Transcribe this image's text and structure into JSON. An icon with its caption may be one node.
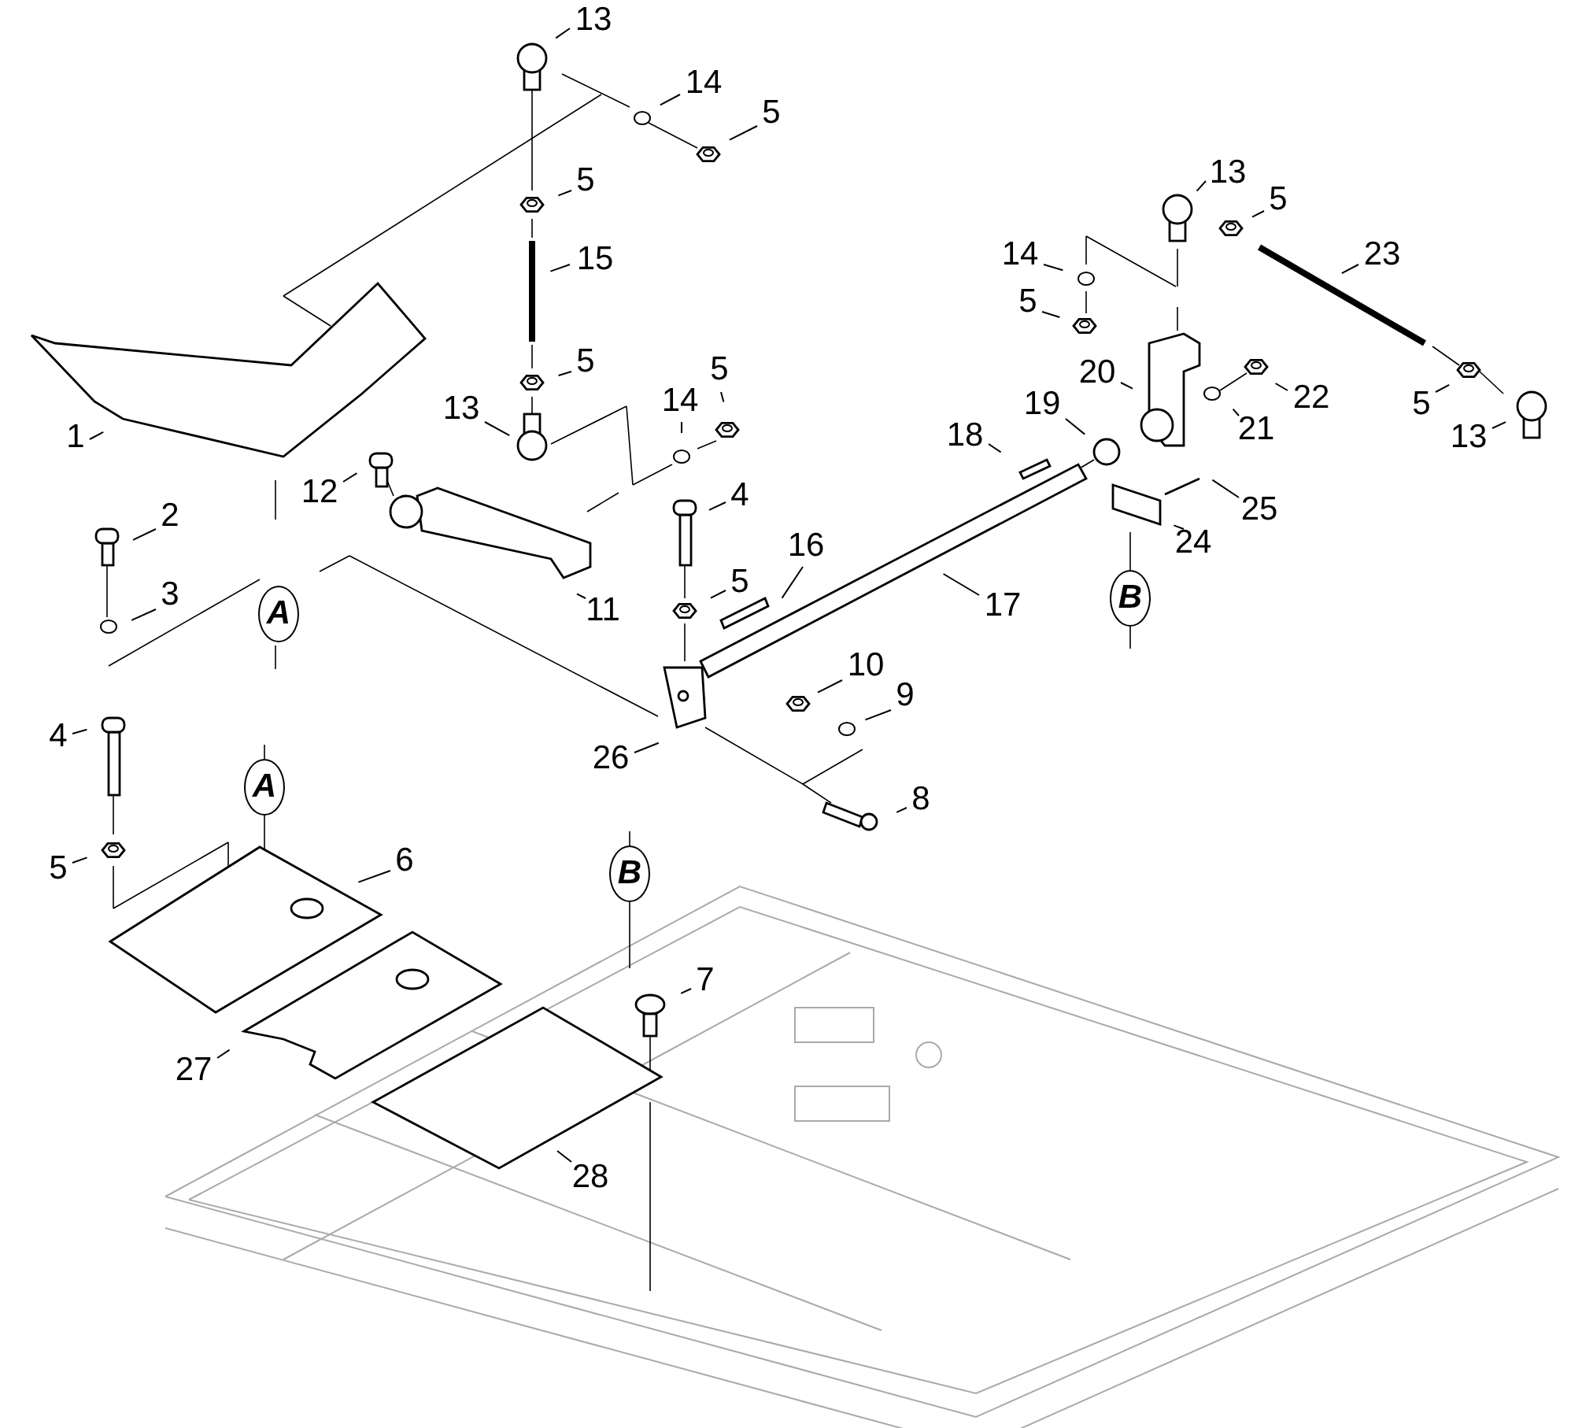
{
  "diagram": {
    "nodes": [
      {
        "text": [
          "13"
        ]
      },
      {
        "text": [
          "14"
        ]
      },
      {
        "text": [
          "5"
        ]
      },
      {
        "text": [
          "5"
        ]
      },
      {
        "text": [
          "15"
        ]
      },
      {
        "text": [
          "5"
        ]
      },
      {
        "text": [
          "5"
        ]
      },
      {
        "text": [
          "13"
        ]
      },
      {
        "text": [
          "14"
        ]
      },
      {
        "text": [
          "1"
        ]
      },
      {
        "text": [
          "2"
        ]
      },
      {
        "text": [
          "12"
        ]
      },
      {
        "text": [
          "4"
        ]
      },
      {
        "text": [
          "3"
        ]
      },
      {
        "text": [
          "11"
        ]
      },
      {
        "text": [
          "5"
        ]
      },
      {
        "text": [
          "16"
        ]
      },
      {
        "text": [
          "17"
        ]
      },
      {
        "text": [
          "18"
        ]
      },
      {
        "text": [
          "19"
        ]
      },
      {
        "text": [
          "20"
        ]
      },
      {
        "text": [
          "13"
        ]
      },
      {
        "text": [
          "5"
        ]
      },
      {
        "text": [
          "14"
        ]
      },
      {
        "text": [
          "23"
        ]
      },
      {
        "text": [
          "5"
        ]
      },
      {
        "text": [
          "22"
        ]
      },
      {
        "text": [
          "21"
        ]
      },
      {
        "text": [
          "5"
        ]
      },
      {
        "text": [
          "13"
        ]
      },
      {
        "text": [
          "25"
        ]
      },
      {
        "text": [
          "24"
        ]
      },
      {
        "text": [
          "10"
        ]
      },
      {
        "text": [
          "9"
        ]
      },
      {
        "text": [
          "26"
        ]
      },
      {
        "text": [
          "8"
        ]
      },
      {
        "text": [
          "4"
        ]
      },
      {
        "text": [
          "5"
        ]
      },
      {
        "text": [
          "6"
        ]
      },
      {
        "text": [
          "7"
        ]
      },
      {
        "text": [
          "27"
        ]
      },
      {
        "text": [
          "28"
        ]
      }
    ],
    "edges": [
      {
        "from": 0,
        "to": null,
        "arrow": "none"
      },
      {
        "from": 1,
        "to": null,
        "arrow": "none"
      },
      {
        "from": 2,
        "to": null,
        "arrow": "none"
      },
      {
        "from": 3,
        "to": null,
        "arrow": "none"
      },
      {
        "from": 4,
        "to": null,
        "arrow": "none"
      },
      {
        "from": 5,
        "to": null,
        "arrow": "none"
      },
      {
        "from": 6,
        "to": null,
        "arrow": "none"
      },
      {
        "from": 7,
        "to": null,
        "arrow": "none"
      },
      {
        "from": 8,
        "to": null,
        "arrow": "none"
      },
      {
        "from": 9,
        "to": null,
        "arrow": "none"
      },
      {
        "from": 10,
        "to": null,
        "arrow": "none"
      },
      {
        "from": 11,
        "to": null,
        "arrow": "none"
      },
      {
        "from": 12,
        "to": null,
        "arrow": "none"
      },
      {
        "from": 13,
        "to": null,
        "arrow": "none"
      },
      {
        "from": 14,
        "to": null,
        "arrow": "none"
      },
      {
        "from": 15,
        "to": null,
        "arrow": "none"
      },
      {
        "from": 16,
        "to": null,
        "arrow": "none"
      },
      {
        "from": 17,
        "to": null,
        "arrow": "none"
      },
      {
        "from": 18,
        "to": null,
        "arrow": "none"
      },
      {
        "from": 19,
        "to": null,
        "arrow": "none"
      },
      {
        "from": 20,
        "to": null,
        "arrow": "none"
      },
      {
        "from": 21,
        "to": null,
        "arrow": "none"
      },
      {
        "from": 22,
        "to": null,
        "arrow": "none"
      },
      {
        "from": 23,
        "to": null,
        "arrow": "none"
      },
      {
        "from": 24,
        "to": null,
        "arrow": "none"
      },
      {
        "from": 25,
        "to": null,
        "arrow": "none"
      },
      {
        "from": 26,
        "to": null,
        "arrow": "none"
      },
      {
        "from": 27,
        "to": null,
        "arrow": "none"
      },
      {
        "from": 28,
        "to": null,
        "arrow": "none"
      },
      {
        "from": 29,
        "to": null,
        "arrow": "none"
      },
      {
        "from": 30,
        "to": null,
        "arrow": "none"
      },
      {
        "from": 31,
        "to": null,
        "arrow": "none"
      },
      {
        "from": 32,
        "to": null,
        "arrow": "none"
      },
      {
        "from": 33,
        "to": null,
        "arrow": "none"
      },
      {
        "from": 34,
        "to": null,
        "arrow": "none"
      },
      {
        "from": 35,
        "to": null,
        "arrow": "none"
      },
      {
        "from": 36,
        "to": null,
        "arrow": "none"
      },
      {
        "from": 37,
        "to": null,
        "arrow": "none"
      },
      {
        "from": 38,
        "to": null,
        "arrow": "none"
      },
      {
        "from": 39,
        "to": null,
        "arrow": "none"
      },
      {
        "from": 40,
        "to": null,
        "arrow": "none"
      },
      {
        "from": 41,
        "to": null,
        "arrow": "none"
      }
    ],
    "labels": [
      "B",
      "A",
      "A",
      "B"
    ]
  }
}
